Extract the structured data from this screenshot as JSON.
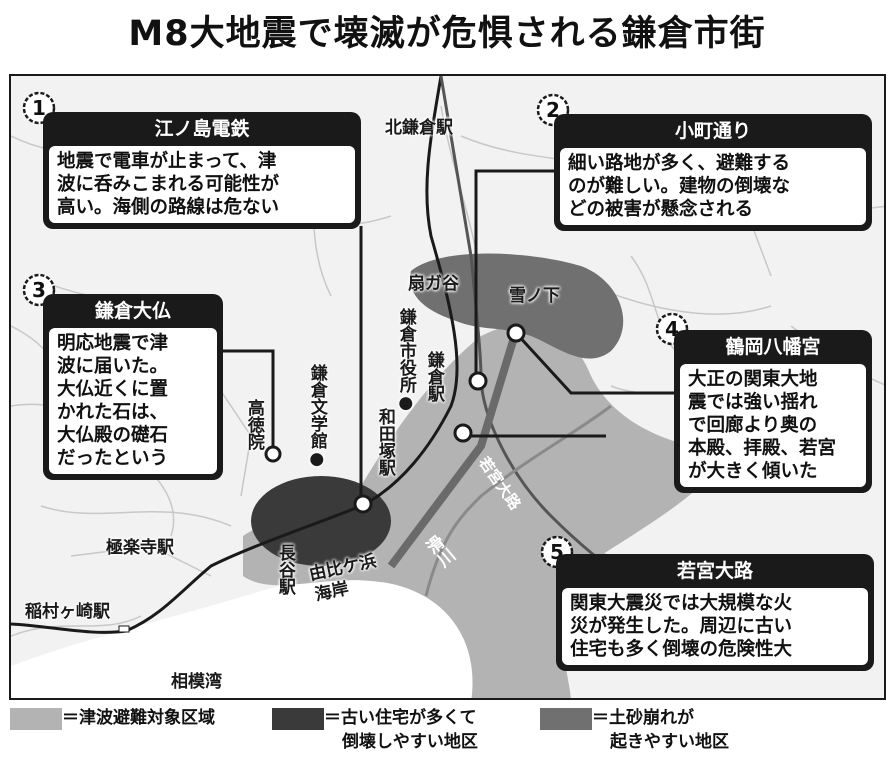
{
  "title": "M8大地震で壊滅が危惧される鎌倉市街",
  "callouts": [
    {
      "num": "1",
      "title": "江ノ島電鉄",
      "lines": [
        "地震で電車が止まって、津",
        "波に呑みこまれる可能性が",
        "高い。海側の路線は危ない"
      ]
    },
    {
      "num": "2",
      "title": "小町通り",
      "lines": [
        "細い路地が多く、避難する",
        "のが難しい。建物の倒壊な",
        "どの被害が懸念される"
      ]
    },
    {
      "num": "3",
      "title": "鎌倉大仏",
      "lines": [
        "明応地震で津",
        "波に届いた。",
        "大仏近くに置",
        "かれた石は、",
        "大仏殿の礎石",
        "だったという"
      ]
    },
    {
      "num": "4",
      "title": "鶴岡八幡宮",
      "lines": [
        "大正の関東大地",
        "震では強い揺れ",
        "で回廊より奥の",
        "本殿、拝殿、若宮",
        "が大きく傾いた"
      ]
    },
    {
      "num": "5",
      "title": "若宮大路",
      "lines": [
        "関東大震災では大規模な火",
        "災が発生した。周辺に古い",
        "住宅も多く倒壊の危険性大"
      ]
    }
  ],
  "places": {
    "kitakamakura": "北鎌倉駅",
    "ogigayatsu": "扇ガ谷",
    "yukinoshita": "雪ノ下",
    "cityhall": "鎌倉市役所●",
    "kamakura_st": "鎌倉駅",
    "bungakukan": "鎌倉文学館●",
    "wadazuka": "和田塚駅",
    "kotokuin": "高徳院",
    "gokurakuji": "極楽寺駅",
    "hase": "長谷駅",
    "yuigahama": "由比ケ浜",
    "kaigan": "海岸",
    "inamuragasaki": "稲村ヶ崎駅",
    "sagami": "相模湾",
    "nameri": "滑川",
    "wakamiya_road": "若宮大路"
  },
  "legend": [
    {
      "color": "#b3b3b3",
      "lines": [
        "＝津波避難対象区域"
      ]
    },
    {
      "color": "#3a3a3a",
      "lines": [
        "＝古い住宅が多くて",
        "倒壊しやすい地区"
      ]
    },
    {
      "color": "#707070",
      "lines": [
        "＝土砂崩れが",
        "起きやすい地区"
      ]
    }
  ],
  "colors": {
    "tsunami": "#b3b3b3",
    "collapse": "#3a3a3a",
    "landslide": "#707070",
    "box": "#1a1a1a"
  }
}
